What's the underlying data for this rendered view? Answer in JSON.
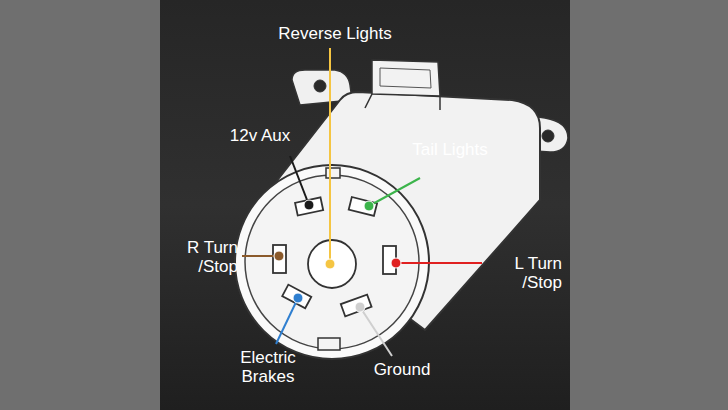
{
  "diagram": {
    "labels": [
      "Reverse Lights",
      "12v Aux",
      "Tail Lights",
      "R Turn /Stop",
      "L Turn /Stop",
      "Electric Brakes",
      "Ground"
    ]
  }
}
